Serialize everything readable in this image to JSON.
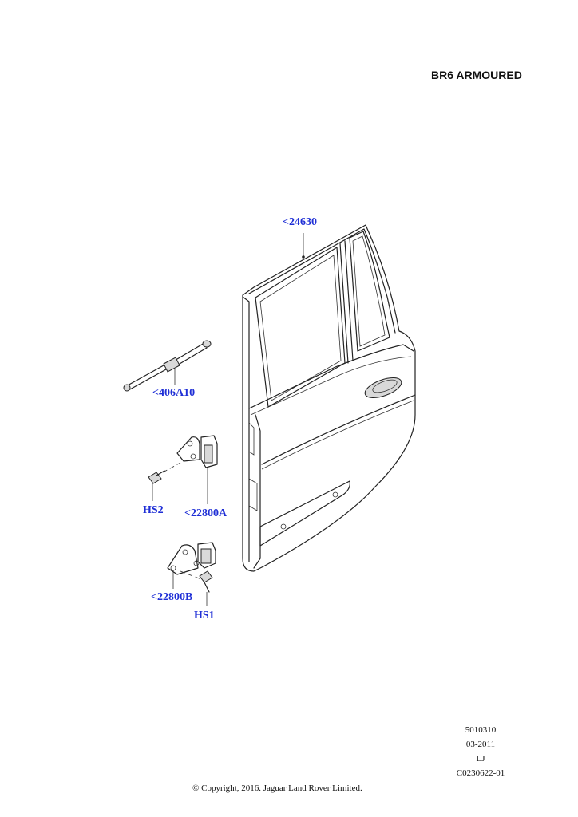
{
  "header": {
    "variant_label": "BR6 ARMOURED"
  },
  "callouts": {
    "door_shell": "<24630",
    "gas_strut": "<406A10",
    "hinge_upper": "<22800A",
    "hinge_lower": "<22800B",
    "screw_upper": "HS2",
    "screw_lower": "HS1"
  },
  "footer": {
    "ref_number": "5010310",
    "date": "03-2011",
    "initials": "LJ",
    "code": "C0230622-01",
    "copyright": "© Copyright, 2016. Jaguar Land Rover Limited."
  },
  "colors": {
    "callout": "#1f2fd6",
    "line": "#222222"
  }
}
